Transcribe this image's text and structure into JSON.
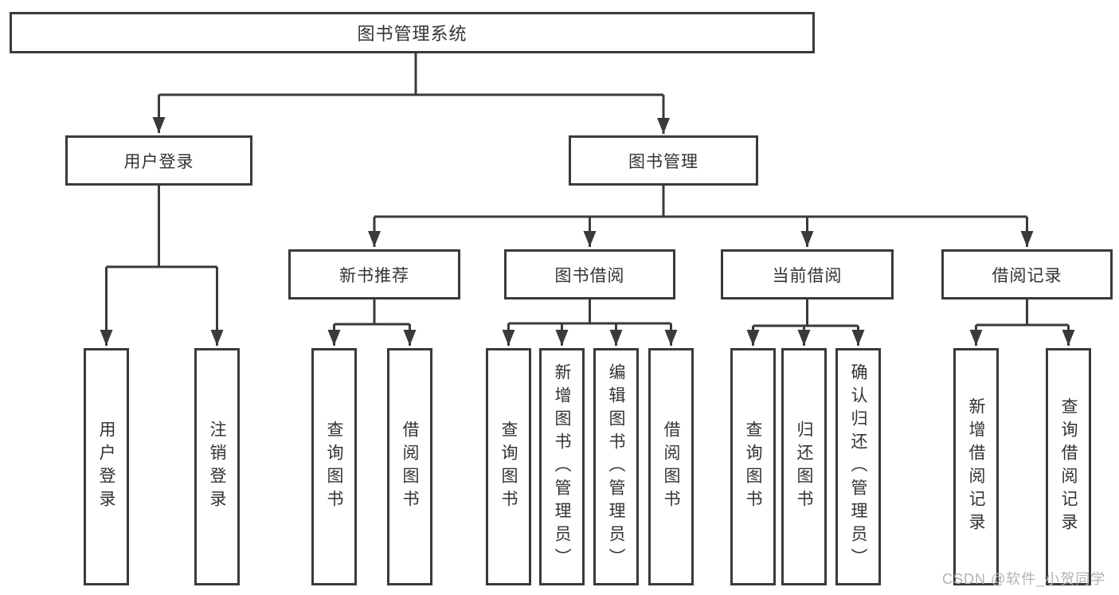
{
  "diagram_type": "hierarchy-tree",
  "colors": {
    "line": "#3a3a3a",
    "text": "#333333",
    "background": "#ffffff",
    "watermark": "#b0b4b7"
  },
  "tree": {
    "root": {
      "label": "图书管理系统"
    },
    "branches": [
      {
        "label": "用户登录",
        "children": [
          {
            "label": "用户登录"
          },
          {
            "label": "注销登录"
          }
        ]
      },
      {
        "label": "图书管理",
        "children": [
          {
            "label": "新书推荐",
            "children": [
              {
                "label": "查询图书"
              },
              {
                "label": "借阅图书"
              }
            ]
          },
          {
            "label": "图书借阅",
            "children": [
              {
                "label": "查询图书"
              },
              {
                "label": "新增图书（管理员）"
              },
              {
                "label": "编辑图书（管理员）"
              },
              {
                "label": "借阅图书"
              }
            ]
          },
          {
            "label": "当前借阅",
            "children": [
              {
                "label": "查询图书"
              },
              {
                "label": "归还图书"
              },
              {
                "label": "确认归还（管理员）"
              }
            ]
          },
          {
            "label": "借阅记录",
            "children": [
              {
                "label": "新增借阅记录"
              },
              {
                "label": "查询借阅记录"
              }
            ]
          }
        ]
      }
    ]
  },
  "watermark": {
    "text": "CSDN @软件_小贺同学"
  }
}
